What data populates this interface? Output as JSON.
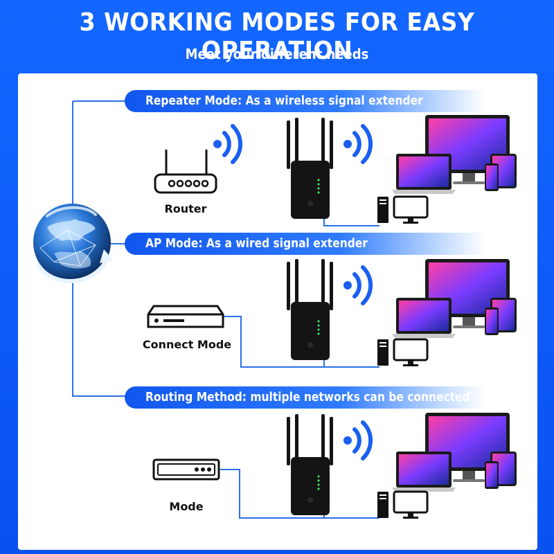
{
  "header": {
    "title": "3 WORKING MODES FOR EASY OPERATION",
    "subtitle": "Meet your different needs"
  },
  "modes": [
    {
      "banner": "Repeater Mode: As a wireless signal extender",
      "source_label": "Router",
      "source_icon": "router-icon"
    },
    {
      "banner": "AP Mode: As a wired signal extender",
      "source_label": "Connect Mode",
      "source_icon": "switch-icon"
    },
    {
      "banner": "Routing Method: multiple networks can be connected",
      "source_label": "Mode",
      "source_icon": "modem-icon"
    }
  ],
  "colors": {
    "brand_blue": "#1366ff",
    "line_blue": "#2a6fe8",
    "device_black": "#141414"
  }
}
